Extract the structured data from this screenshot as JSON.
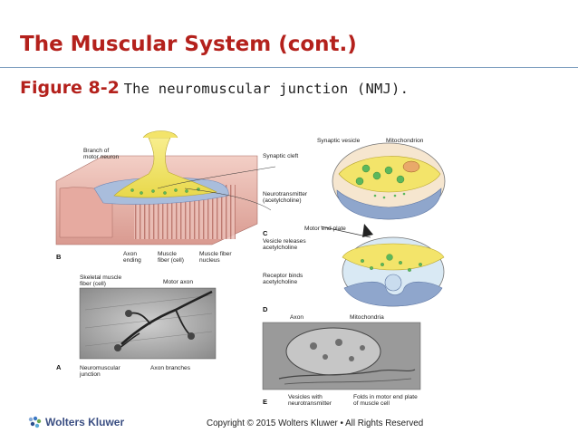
{
  "slide": {
    "title": "The Muscular System (cont.)",
    "figure_number": "Figure 8-2",
    "figure_caption": "The neuromuscular junction (NMJ)."
  },
  "figure": {
    "labels": {
      "branch": [
        "Branch of",
        "motor neuron"
      ],
      "axon_ending": [
        "Axon",
        "ending"
      ],
      "muscle_fiber": [
        "Muscle",
        "fiber (cell)"
      ],
      "fiber_nucleus": [
        "Muscle fiber",
        "nucleus"
      ],
      "skeletal": [
        "Skeletal muscle",
        "fiber (cell)"
      ],
      "motor_axon": "Motor axon",
      "nmj": [
        "Neuromuscular",
        "junction"
      ],
      "axon_branches": "Axon branches",
      "synaptic_vesicle": "Synaptic vesicle",
      "mitochondrion": "Mitochondrion",
      "synaptic_cleft": "Synaptic cleft",
      "neurotransmitter": [
        "Neurotransmitter",
        "(acetylcholine)"
      ],
      "motor_end_plate": "Motor end plate",
      "vesicle_releases": [
        "Vesicle releases",
        "acetylcholine"
      ],
      "receptor_binds": [
        "Receptor binds",
        "acetylcholine"
      ],
      "axon": "Axon",
      "mitochondria": "Mitochondria",
      "vesicles_with": [
        "Vesicles with",
        "neurotransmitter"
      ],
      "folds": [
        "Folds in motor end plate",
        "of muscle cell"
      ]
    },
    "panel_letters": {
      "a": "A",
      "b": "B",
      "c": "C",
      "d": "D",
      "e": "E"
    }
  },
  "footer": {
    "brand": "Wolters Kluwer",
    "copyright": "Copyright © 2015 Wolters Kluwer • All Rights Reserved"
  },
  "colors": {
    "title": "#b4211c",
    "rule": "#7fa0c0",
    "nerve": "#f3e46a",
    "muscle": "#eab8b0",
    "membrane": "#8fa6cc",
    "vesicle": "#5cb85c"
  }
}
